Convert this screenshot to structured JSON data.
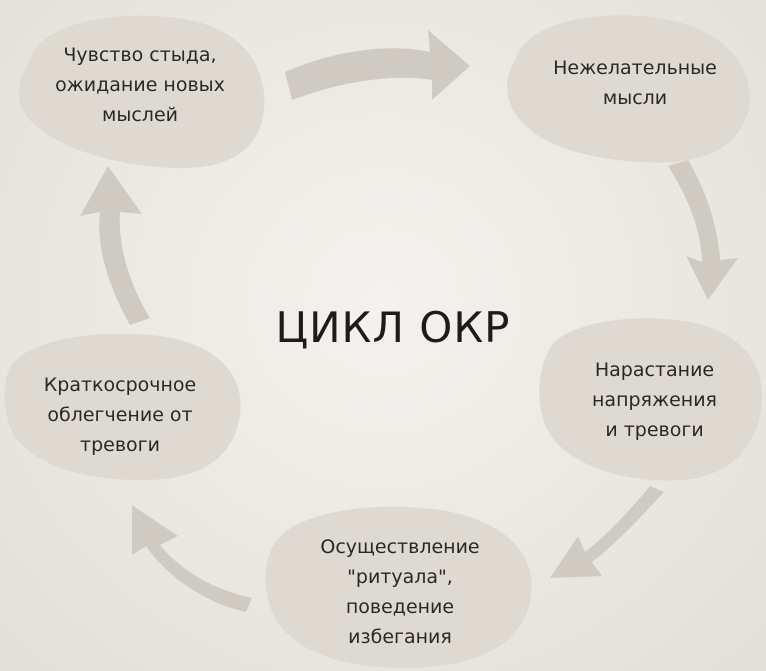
{
  "title": "ЦИКЛ ОКР",
  "nodes": [
    {
      "id": "shame",
      "lines": [
        "Чувство стыда,",
        "ожидание новых",
        "мыслей"
      ]
    },
    {
      "id": "thoughts",
      "lines": [
        "Нежелательные",
        "мысли"
      ]
    },
    {
      "id": "tension",
      "lines": [
        "Нарастание",
        "напряжения",
        "и тревоги"
      ]
    },
    {
      "id": "ritual",
      "lines": [
        "Осуществление",
        "\"ритуала\",",
        "поведение",
        "избегания"
      ]
    },
    {
      "id": "relief",
      "lines": [
        "Краткосрочное",
        "облегчение от",
        "тревоги"
      ]
    }
  ],
  "colors": {
    "blob": "#dedad2",
    "arrow": "#cfcbc3",
    "text": "#2a2824"
  },
  "icons": [
    "curved-arrow-icon"
  ]
}
